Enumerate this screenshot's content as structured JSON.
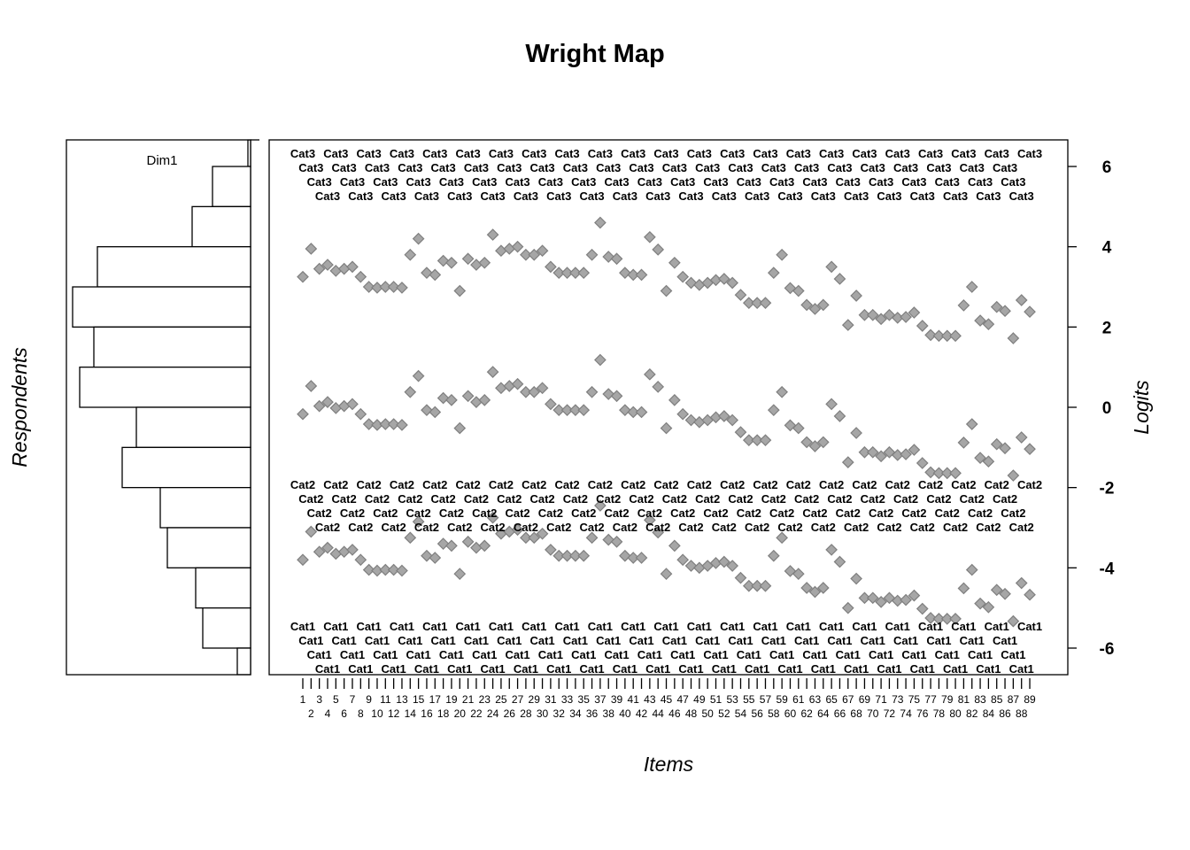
{
  "chart_data": {
    "type": "scatter",
    "title": "Wright Map",
    "ylabel_left": "Respondents",
    "ylabel_right": "Logits",
    "xlabel": "Items",
    "ylim": [
      -6.66,
      6.66
    ],
    "yticks": [
      6,
      4,
      2,
      0,
      -2,
      -4,
      -6
    ],
    "ytick_labels": [
      "6",
      "4",
      "2",
      "0",
      "-2",
      "-4",
      "-6"
    ],
    "grid": false,
    "histogram": {
      "label": "Dim1",
      "bins": [
        {
          "from": 6,
          "to": 6.66,
          "freq": 3
        },
        {
          "from": 5,
          "to": 6,
          "freq": 43
        },
        {
          "from": 4,
          "to": 5,
          "freq": 66
        },
        {
          "from": 3,
          "to": 4,
          "freq": 173
        },
        {
          "from": 2,
          "to": 3,
          "freq": 201
        },
        {
          "from": 1,
          "to": 2,
          "freq": 177
        },
        {
          "from": 0,
          "to": 1,
          "freq": 193
        },
        {
          "from": -1,
          "to": 0,
          "freq": 129
        },
        {
          "from": -2,
          "to": -1,
          "freq": 145
        },
        {
          "from": -3,
          "to": -2,
          "freq": 102
        },
        {
          "from": -4,
          "to": -3,
          "freq": 94
        },
        {
          "from": -5,
          "to": -4,
          "freq": 62
        },
        {
          "from": -6,
          "to": -5,
          "freq": 54
        },
        {
          "from": -6.66,
          "to": -6,
          "freq": 15
        }
      ]
    },
    "item_labels": [
      "1",
      "2",
      "3",
      "4",
      "5",
      "6",
      "7",
      "8",
      "9",
      "10",
      "11",
      "12",
      "13",
      "14",
      "15",
      "16",
      "17",
      "18",
      "19",
      "20",
      "21",
      "22",
      "23",
      "24",
      "25",
      "26",
      "27",
      "28",
      "29",
      "30",
      "31",
      "32",
      "33",
      "34",
      "35",
      "36",
      "37",
      "38",
      "39",
      "40",
      "41",
      "42",
      "43",
      "44",
      "45",
      "46",
      "47",
      "48",
      "49",
      "50",
      "51",
      "52",
      "53",
      "54",
      "55",
      "56",
      "57",
      "58",
      "59",
      "60",
      "61",
      "62",
      "63",
      "64",
      "65",
      "66",
      "67",
      "68",
      "69",
      "70",
      "71",
      "72",
      "73",
      "74",
      "75",
      "76",
      "77",
      "78",
      "79",
      "80",
      "81",
      "82",
      "83",
      "84",
      "85",
      "86",
      "87",
      "88",
      "89"
    ],
    "series": [
      {
        "name": "Cat1",
        "values": [
          -3.8,
          -3.1,
          -3.6,
          -3.5,
          -3.65,
          -3.6,
          -3.55,
          -3.8,
          -4.05,
          -4.07,
          -4.05,
          -4.05,
          -4.07,
          -3.25,
          -2.85,
          -3.7,
          -3.75,
          -3.4,
          -3.45,
          -4.15,
          -3.35,
          -3.5,
          -3.45,
          -2.75,
          -3.15,
          -3.1,
          -3.05,
          -3.25,
          -3.25,
          -3.15,
          -3.55,
          -3.7,
          -3.7,
          -3.7,
          -3.7,
          -3.25,
          -2.45,
          -3.3,
          -3.35,
          -3.7,
          -3.75,
          -3.75,
          -2.81,
          -3.12,
          -4.15,
          -3.45,
          -3.8,
          -3.95,
          -4.0,
          -3.95,
          -3.88,
          -3.85,
          -3.95,
          -4.25,
          -4.45,
          -4.45,
          -4.45,
          -3.7,
          -3.25,
          -4.08,
          -4.15,
          -4.5,
          -4.6,
          -4.5,
          -3.55,
          -3.85,
          -5.0,
          -4.27,
          -4.75,
          -4.75,
          -4.85,
          -4.75,
          -4.82,
          -4.8,
          -4.69,
          -5.02,
          -5.25,
          -5.27,
          -5.27,
          -5.27,
          -4.51,
          -4.05,
          -4.89,
          -4.98,
          -4.55,
          -4.65,
          -5.33,
          -4.38,
          -4.67
        ]
      },
      {
        "name": "Cat2",
        "values": [
          -0.17,
          0.53,
          0.03,
          0.13,
          -0.02,
          0.03,
          0.08,
          -0.17,
          -0.42,
          -0.44,
          -0.42,
          -0.42,
          -0.44,
          0.38,
          0.78,
          -0.07,
          -0.12,
          0.23,
          0.18,
          -0.52,
          0.28,
          0.13,
          0.18,
          0.88,
          0.48,
          0.53,
          0.58,
          0.38,
          0.38,
          0.48,
          0.08,
          -0.07,
          -0.07,
          -0.07,
          -0.07,
          0.38,
          1.18,
          0.33,
          0.28,
          -0.07,
          -0.12,
          -0.12,
          0.82,
          0.51,
          -0.52,
          0.18,
          -0.17,
          -0.32,
          -0.37,
          -0.32,
          -0.25,
          -0.22,
          -0.32,
          -0.62,
          -0.82,
          -0.82,
          -0.82,
          -0.07,
          0.38,
          -0.45,
          -0.52,
          -0.87,
          -0.97,
          -0.87,
          0.08,
          -0.22,
          -1.37,
          -0.64,
          -1.12,
          -1.12,
          -1.22,
          -1.12,
          -1.19,
          -1.17,
          -1.06,
          -1.39,
          -1.62,
          -1.64,
          -1.64,
          -1.64,
          -0.88,
          -0.42,
          -1.26,
          -1.35,
          -0.92,
          -1.02,
          -1.7,
          -0.75,
          -1.04
        ]
      },
      {
        "name": "Cat3",
        "values": [
          3.25,
          3.95,
          3.45,
          3.55,
          3.4,
          3.45,
          3.5,
          3.25,
          3.0,
          2.98,
          3.0,
          3.0,
          2.98,
          3.8,
          4.2,
          3.35,
          3.3,
          3.65,
          3.6,
          2.9,
          3.7,
          3.55,
          3.6,
          4.3,
          3.9,
          3.95,
          4.0,
          3.8,
          3.8,
          3.9,
          3.5,
          3.35,
          3.35,
          3.35,
          3.35,
          3.8,
          4.6,
          3.75,
          3.7,
          3.35,
          3.3,
          3.3,
          4.24,
          3.93,
          2.9,
          3.6,
          3.25,
          3.1,
          3.05,
          3.1,
          3.17,
          3.2,
          3.1,
          2.8,
          2.6,
          2.6,
          2.6,
          3.35,
          3.8,
          2.97,
          2.9,
          2.55,
          2.45,
          2.55,
          3.5,
          3.2,
          2.05,
          2.78,
          2.3,
          2.3,
          2.2,
          2.3,
          2.23,
          2.25,
          2.36,
          2.03,
          1.8,
          1.78,
          1.78,
          1.78,
          2.54,
          3.0,
          2.16,
          2.07,
          2.5,
          2.4,
          1.72,
          2.67,
          2.38
        ]
      }
    ],
    "marker_color": "#a6a6a6",
    "marker_edge": "#7f7f7f"
  }
}
